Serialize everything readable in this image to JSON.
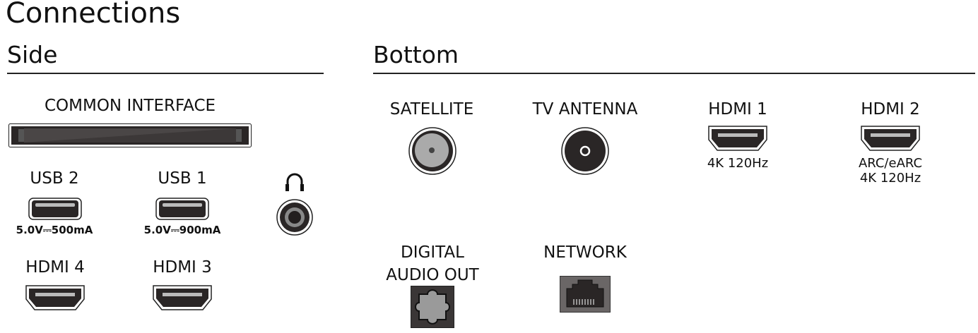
{
  "title": "Connections",
  "side": {
    "heading": "Side",
    "common_interface": "COMMON INTERFACE",
    "usb2": {
      "label": "USB 2",
      "spec": "5.0V⎓500mA"
    },
    "usb1": {
      "label": "USB 1",
      "spec": "5.0V⎓900mA"
    },
    "headphone_icon": "headphones-icon",
    "hdmi4": {
      "label": "HDMI 4"
    },
    "hdmi3": {
      "label": "HDMI 3"
    }
  },
  "bottom": {
    "heading": "Bottom",
    "satellite": "SATELLITE",
    "tv_antenna": "TV ANTENNA",
    "hdmi1": {
      "label": "HDMI 1",
      "spec": "4K 120Hz"
    },
    "hdmi2": {
      "label": "HDMI 2",
      "spec1": "ARC/eARC",
      "spec2": "4K 120Hz"
    },
    "digital_audio_line1": "DIGITAL",
    "digital_audio_line2": "AUDIO OUT",
    "network": "NETWORK"
  }
}
